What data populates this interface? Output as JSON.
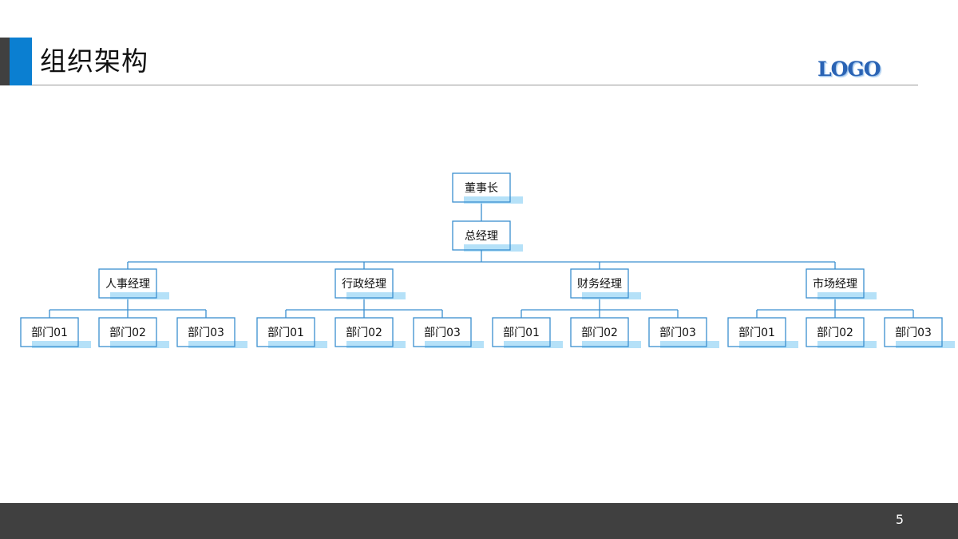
{
  "header": {
    "title": "组织架构",
    "logo": "LOGO"
  },
  "footer": {
    "page_number": "5"
  },
  "colors": {
    "accent": "#0b7fd1",
    "dark": "#404040",
    "line": "#3a8fd0",
    "highlight": "#a8dcf7"
  },
  "org": {
    "chairman": "董事长",
    "general_manager": "总经理",
    "managers": [
      {
        "title": "人事经理",
        "departments": [
          "部门01",
          "部门02",
          "部门03"
        ]
      },
      {
        "title": "行政经理",
        "departments": [
          "部门01",
          "部门02",
          "部门03"
        ]
      },
      {
        "title": "财务经理",
        "departments": [
          "部门01",
          "部门02",
          "部门03"
        ]
      },
      {
        "title": "市场经理",
        "departments": [
          "部门01",
          "部门02",
          "部门03"
        ]
      }
    ]
  }
}
